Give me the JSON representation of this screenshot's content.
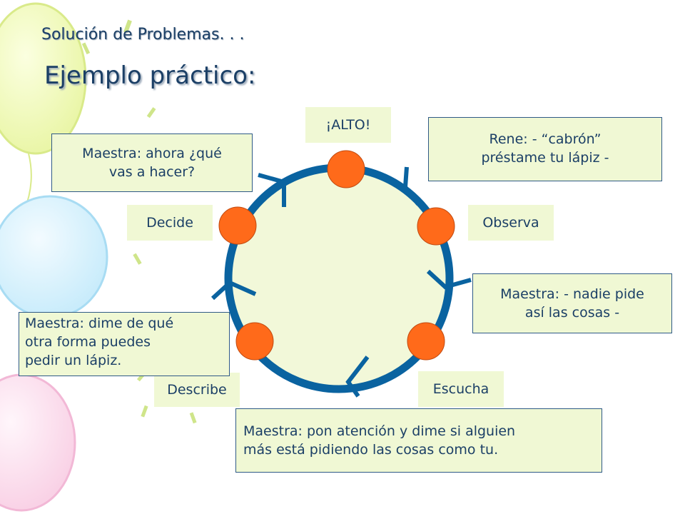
{
  "slide": {
    "subtitle": "Solución de Problemas. . .",
    "title": "Ejemplo práctico:"
  },
  "stages": {
    "alto": "¡ALTO!",
    "observa": "Observa",
    "escucha": "Escucha",
    "describe": "Describe",
    "decide": "Decide"
  },
  "notes": {
    "rene": [
      "Rene: - “cabrón”",
      "préstame tu lápiz -"
    ],
    "nadie": [
      "Maestra: - nadie pide",
      "así las cosas -"
    ],
    "atencion": [
      "Maestra: pon atención y dime si alguien",
      "más está pidiendo las cosas como tu."
    ],
    "dime": [
      "Maestra: dime de qué",
      "otra forma puedes",
      "pedir un lápiz."
    ],
    "ahora": [
      "Maestra: ahora ¿qué",
      "vas a hacer?"
    ]
  },
  "colors": {
    "ring": "#0a63a0",
    "node": "#ff6a1a",
    "box_fill": "#f0f8d4",
    "text": "#1b3f66"
  }
}
